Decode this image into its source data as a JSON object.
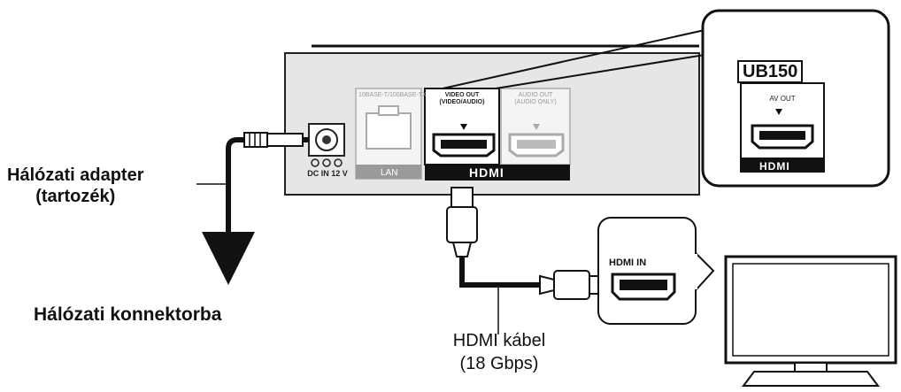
{
  "labels": {
    "adapter_line1": "Hálózati adapter",
    "adapter_line2": "(tartozék)",
    "outlet": "Hálózati konnektorba",
    "cable_line1": "HDMI kábel",
    "cable_line2": "(18 Gbps)",
    "model": "UB150",
    "av_out": "AV OUT",
    "hdmi_in": "HDMI IN",
    "video_out_line1": "VIDEO OUT",
    "video_out_line2": "(VIDEO/AUDIO)",
    "audio_out_line1": "AUDIO OUT",
    "audio_out_line2": "(AUDIO ONLY)",
    "lan": "LAN",
    "hdmi_logo": "HDMI",
    "dc_in": "DC IN  12 V"
  },
  "colors": {
    "panel": "#e6e6e6",
    "dark": "#111111",
    "line": "#222222"
  }
}
